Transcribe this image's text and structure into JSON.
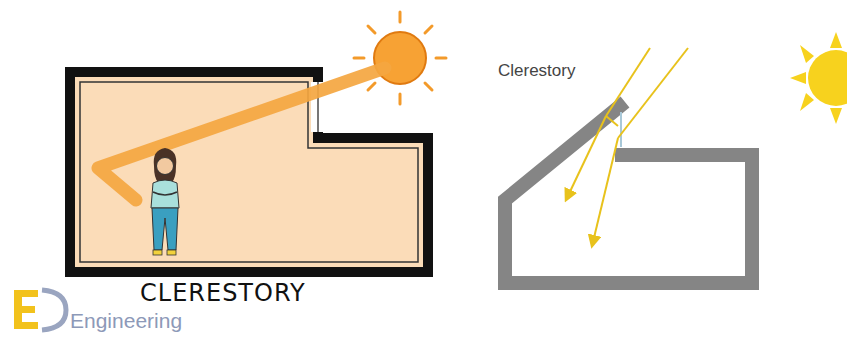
{
  "diagram": {
    "labels": [
      "CLERESTORY",
      "Clerestory",
      "Engineering"
    ]
  }
}
